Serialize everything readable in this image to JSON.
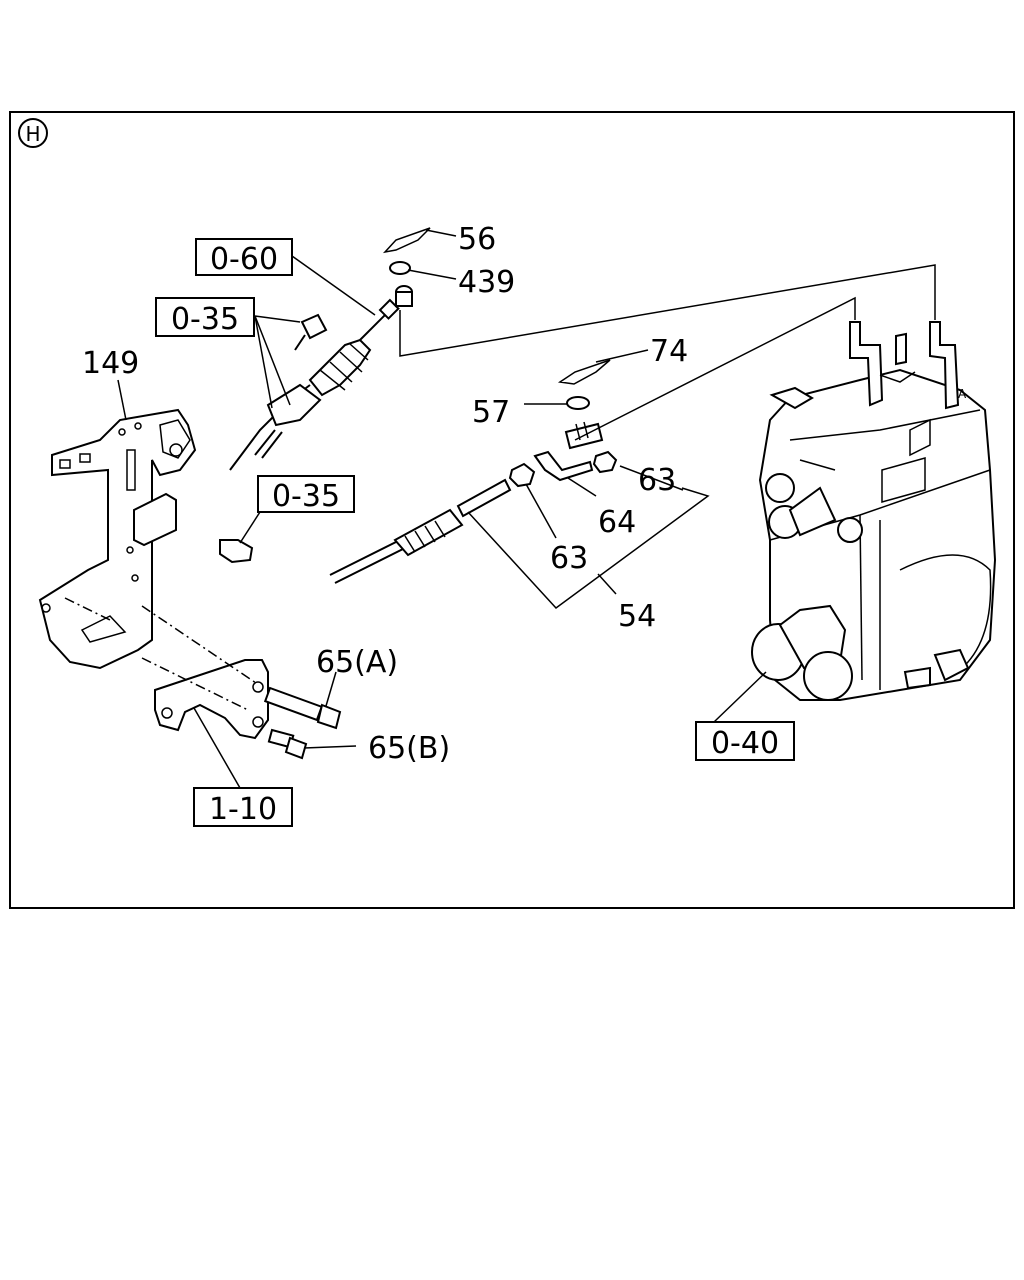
{
  "section_marker": "H",
  "refs": {
    "ref_060": "0-60",
    "ref_035_top": "0-35",
    "ref_035_mid": "0-35",
    "ref_040": "0-40",
    "ref_110": "1-10"
  },
  "parts": {
    "p56": "56",
    "p439": "439",
    "p74": "74",
    "p57": "57",
    "p63_right": "63",
    "p64": "64",
    "p63_left": "63",
    "p54": "54",
    "p149": "149",
    "p65a": "65(A)",
    "p65b": "65(B)"
  }
}
